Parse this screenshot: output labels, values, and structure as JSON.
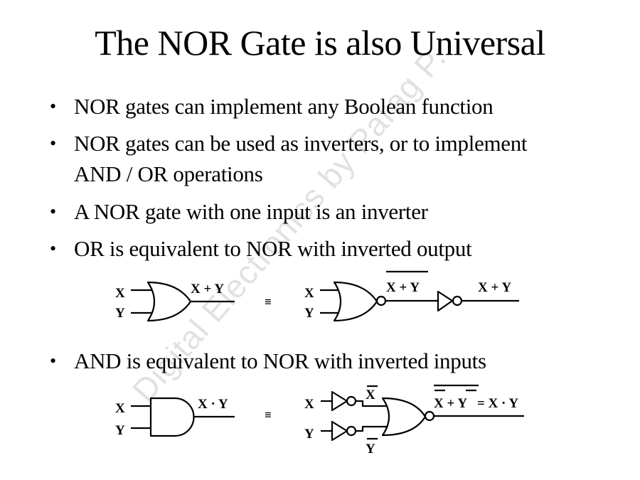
{
  "slide": {
    "title": "The NOR Gate is also Universal",
    "bullet_symbol": "•",
    "bullets": [
      {
        "lines": [
          "NOR gates can implement any Boolean function"
        ]
      },
      {
        "lines": [
          "NOR gates can be used as inverters, or to implement",
          "AND / OR operations"
        ]
      },
      {
        "lines": [
          "A NOR gate with one input is an inverter"
        ]
      },
      {
        "lines": [
          "OR is equivalent to NOR with inverted output"
        ]
      },
      {
        "lines": [
          "AND is equivalent to NOR with inverted inputs"
        ]
      }
    ],
    "watermark": "Digital Electronics by Parag P."
  },
  "diagram_or": {
    "left": {
      "input_x": "X",
      "input_y": "Y",
      "output": "X + Y",
      "gate": "OR"
    },
    "equiv": "≡",
    "right": {
      "input_x": "X",
      "input_y": "Y",
      "nor_output": "X + Y",
      "nor_output_overbar": true,
      "final_output": "X + Y",
      "gates": [
        "NOR",
        "NOT"
      ]
    }
  },
  "diagram_and": {
    "left": {
      "input_x": "X",
      "input_y": "Y",
      "output": "X · Y",
      "gate": "AND"
    },
    "equiv": "≡",
    "right": {
      "input_x": "X",
      "input_y": "Y",
      "inv_x": "X",
      "inv_y": "Y",
      "output_lhs": "X + Y",
      "output_eq": "= X · Y",
      "gates": [
        "NOT",
        "NOT",
        "NOR"
      ]
    }
  }
}
